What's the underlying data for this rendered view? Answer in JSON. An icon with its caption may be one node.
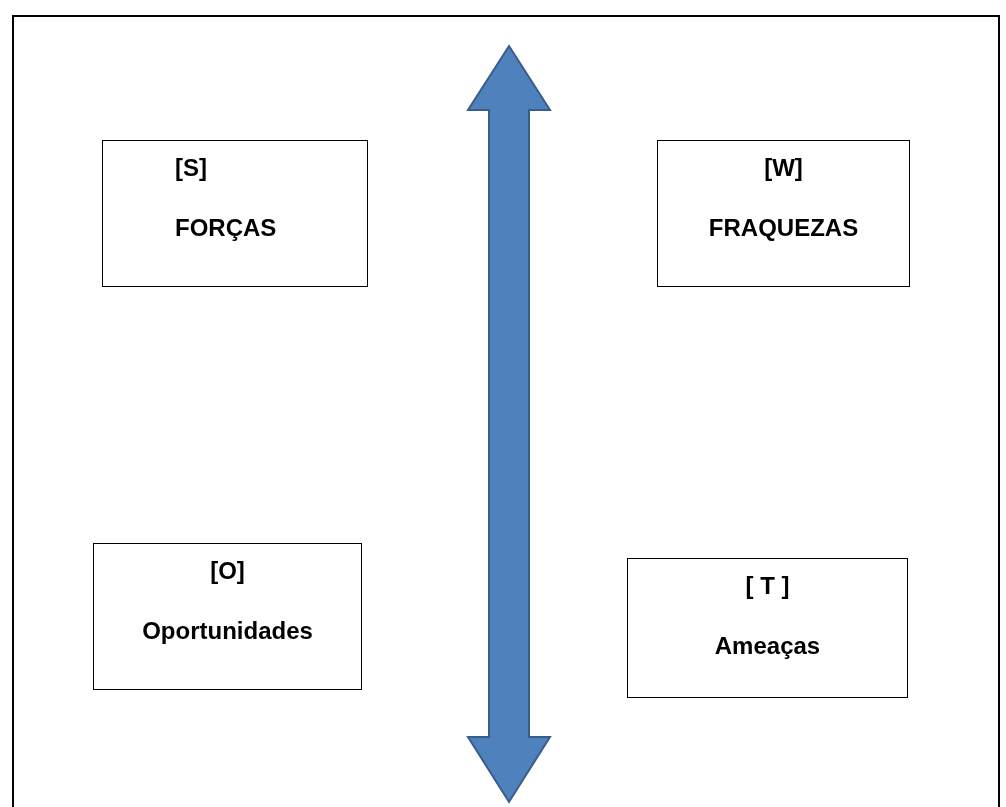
{
  "diagram": {
    "nodes": [
      {
        "text": [
          "[S]",
          "FORÇAS"
        ]
      },
      {
        "text": [
          "[W]",
          "FRAQUEZAS"
        ]
      },
      {
        "text": [
          "[O]",
          "Oportunidades"
        ]
      },
      {
        "text": [
          "[ T ]",
          "Ameaças"
        ]
      }
    ]
  }
}
